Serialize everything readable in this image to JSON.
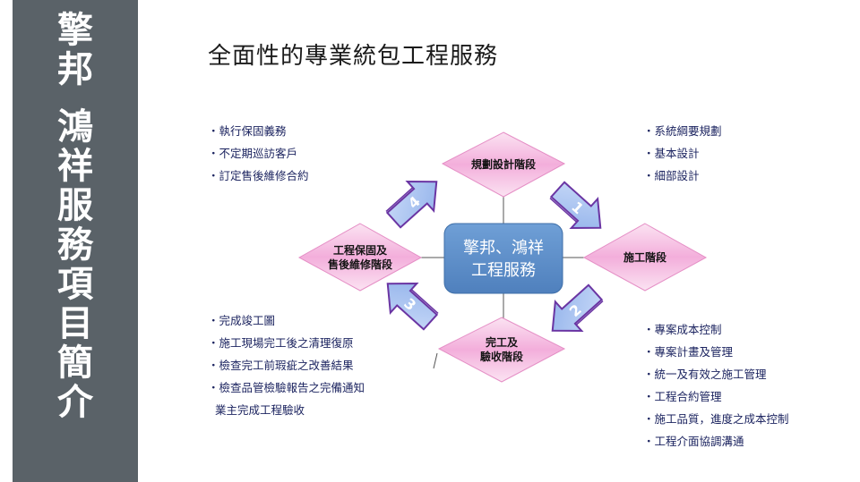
{
  "sidebar": {
    "title_lines": [
      "擎",
      "邦",
      "",
      "鴻",
      "祥",
      "服",
      "務",
      "項",
      "目",
      "簡",
      "介"
    ]
  },
  "heading": "全面性的專業統包工程服務",
  "center": {
    "line1": "擎邦、鴻祥",
    "line2": "工程服務"
  },
  "phases": {
    "planning": {
      "line1": "規劃設計階段",
      "line2": ""
    },
    "construction": {
      "line1": "施工階段",
      "line2": ""
    },
    "completion": {
      "line1": "完工及",
      "line2": "驗收階段"
    },
    "warranty": {
      "line1": "工程保固及",
      "line2": "售後維修階段"
    }
  },
  "arrows": {
    "a1": "1",
    "a2": "2",
    "a3": "3",
    "a4": "4"
  },
  "lists": {
    "top_left": [
      "・執行保固義務",
      "・不定期巡訪客戶",
      "・訂定售後維修合約"
    ],
    "top_right": [
      "・系統綱要規劃",
      "・基本設計",
      "・細部設計"
    ],
    "bottom_left": [
      "・完成竣工圖",
      "・施工現場完工後之清理復原",
      "・檢查完工前瑕疵之改善結果",
      "・檢查品管檢驗報告之完備通知",
      "  業主完成工程驗收"
    ],
    "bottom_right": [
      "・專案成本控制",
      "・專案計畫及管理",
      "・統一及有效之施工管理",
      "・工程合約管理",
      "・施工品質，進度之成本控制",
      "・工程介面協調溝通"
    ]
  },
  "colors": {
    "sidebar": "#5a6268",
    "center_box": "#5b8fc9",
    "diamond": "#f3b3dc",
    "arrow": "#a8c2ee",
    "text": "#1c2460"
  }
}
